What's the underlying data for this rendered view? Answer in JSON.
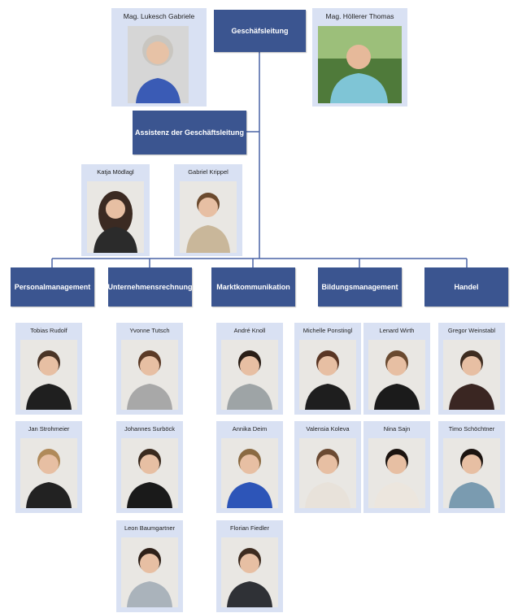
{
  "colors": {
    "node_fill": "#3b5590",
    "connector": "#4a64a6",
    "card_fill": "#d9e1f3"
  },
  "head": {
    "label": "Geschäfsleitung"
  },
  "assistant_unit": {
    "label": "Assistenz der Geschäftsleitung"
  },
  "leaders": [
    {
      "name": "Mag. Lukesch Gabriele"
    },
    {
      "name": "Mag. Höllerer Thomas"
    }
  ],
  "assistants": [
    {
      "name": "Katja Mödlagl"
    },
    {
      "name": "Gabriel Krippel"
    }
  ],
  "departments": [
    {
      "label": "Personalmanagement"
    },
    {
      "label": "Unternehmensrechnung"
    },
    {
      "label": "Marktkommunikation"
    },
    {
      "label": "Bildungsmanagement"
    },
    {
      "label": "Handel"
    }
  ],
  "staff": [
    {
      "name": "Tobias Rudolf"
    },
    {
      "name": "Jan Strohmeier"
    },
    {
      "name": "Yvonne Tutsch"
    },
    {
      "name": "Johannes Surböck"
    },
    {
      "name": "Leon Baumgartner"
    },
    {
      "name": "André Knoll"
    },
    {
      "name": "Annika Deim"
    },
    {
      "name": "Florian Fiedler"
    },
    {
      "name": "Michelle Ponstingl"
    },
    {
      "name": "Valensia Koleva"
    },
    {
      "name": "Lenard Wirth"
    },
    {
      "name": "Nina Sajn"
    },
    {
      "name": "Gregor Weinstabl"
    },
    {
      "name": "Timo Schöchtner"
    }
  ]
}
